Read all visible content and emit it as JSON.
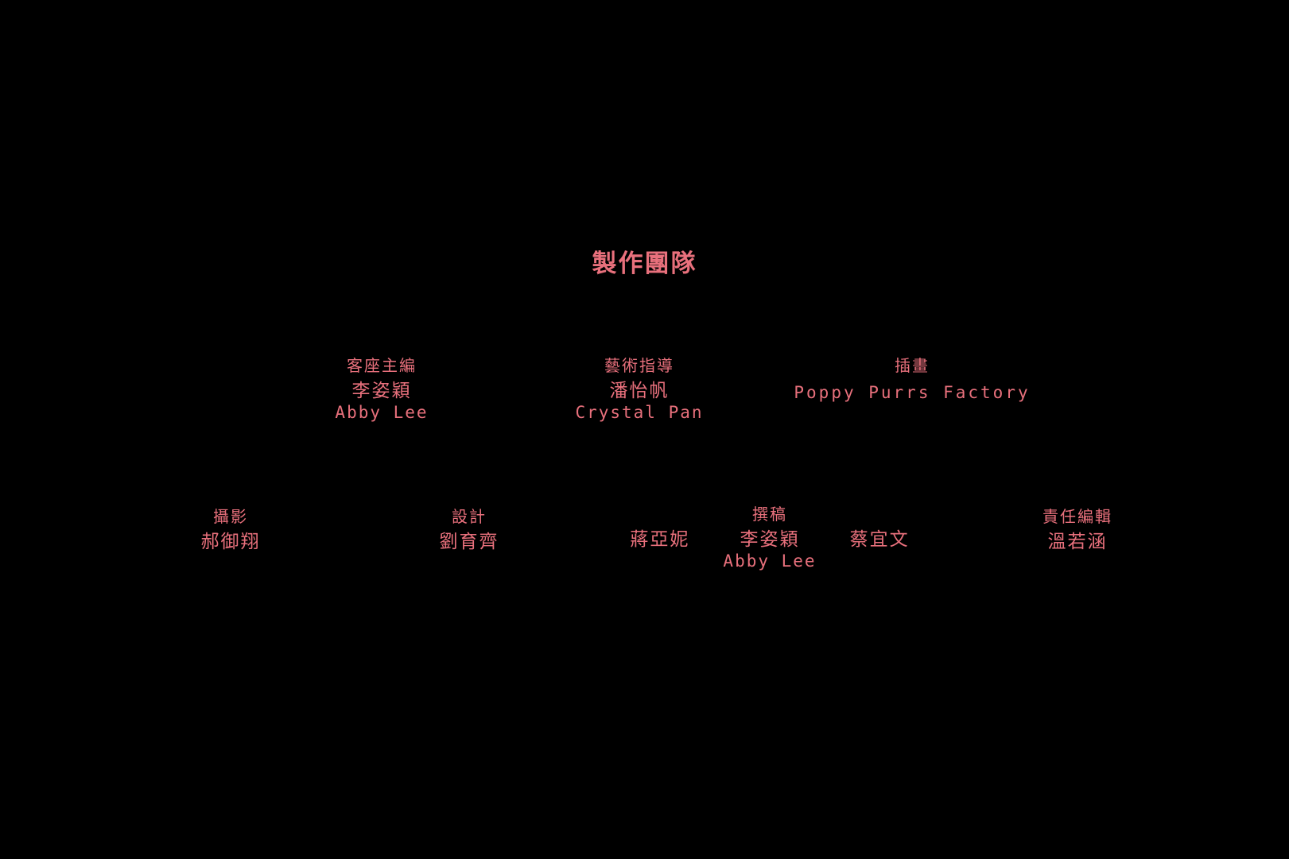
{
  "theme": {
    "background": "#000000",
    "text_color": "#e8707c"
  },
  "title": "製作團隊",
  "rows": [
    [
      {
        "role": "客座主編",
        "people": [
          {
            "cn": "李姿穎",
            "en": "Abby Lee"
          }
        ]
      },
      {
        "role": "藝術指導",
        "people": [
          {
            "cn": "潘怡帆",
            "en": "Crystal Pan"
          }
        ]
      },
      {
        "role": "插畫",
        "people": [
          {
            "en": "Poppy Purrs Factory"
          }
        ]
      }
    ],
    [
      {
        "role": "攝影",
        "people": [
          {
            "cn": "郝御翔"
          }
        ]
      },
      {
        "role": "設計",
        "people": [
          {
            "cn": "劉育齊"
          }
        ]
      },
      {
        "role": "撰稿",
        "people": [
          {
            "cn": "蔣亞妮"
          },
          {
            "cn": "李姿穎",
            "en": "Abby Lee"
          },
          {
            "cn": "蔡宜文"
          }
        ]
      },
      {
        "role": "責任編輯",
        "people": [
          {
            "cn": "溫若涵"
          }
        ]
      }
    ]
  ]
}
